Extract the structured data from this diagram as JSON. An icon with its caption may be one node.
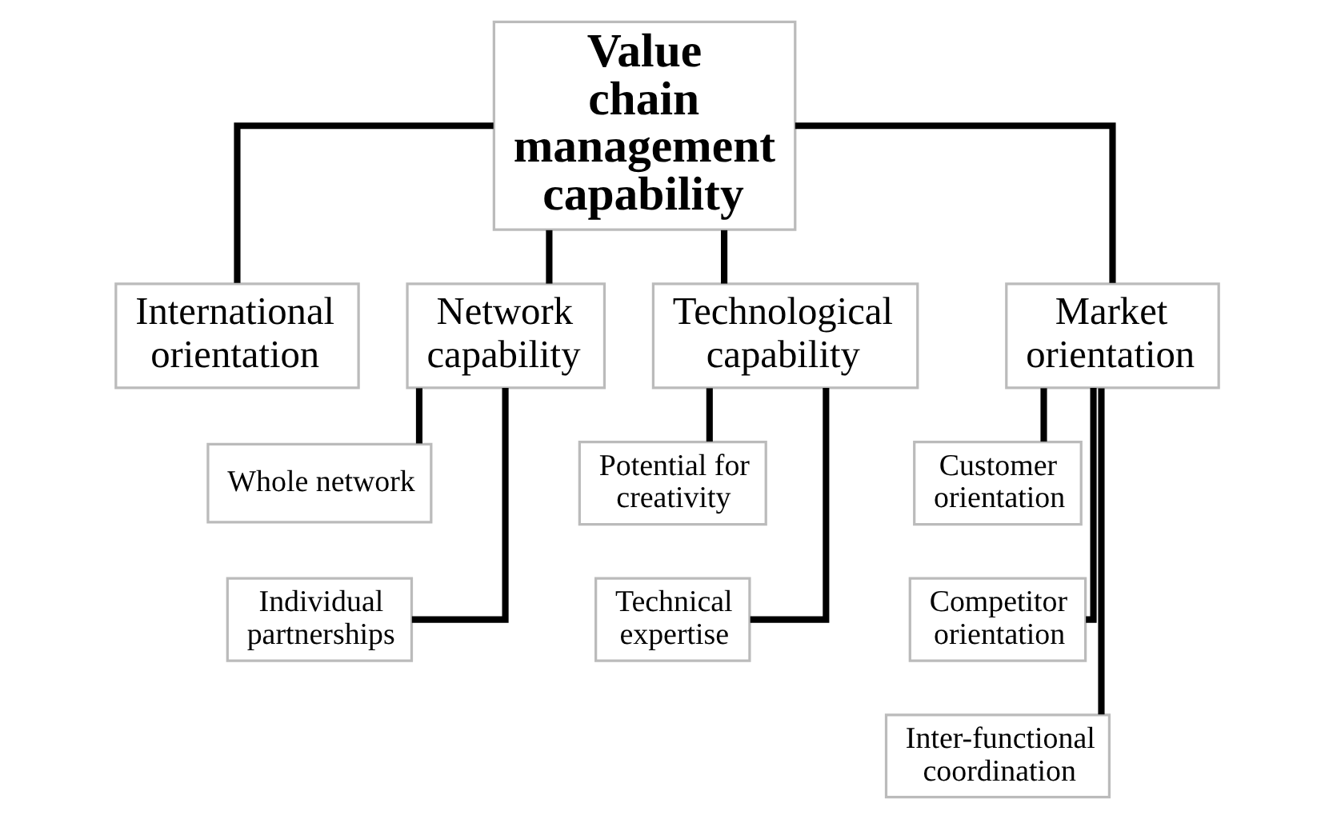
{
  "diagram": {
    "nodes": [
      {
        "text": [
          "Value chain management capability"
        ]
      },
      {
        "text": [
          "International orientation"
        ]
      },
      {
        "text": [
          "Network capability"
        ]
      },
      {
        "text": [
          "Technological capability"
        ]
      },
      {
        "text": [
          "Market orientation"
        ]
      },
      {
        "text": [
          "Whole network"
        ]
      },
      {
        "text": [
          "Individual partnerships"
        ]
      },
      {
        "text": [
          "Potential for creativity"
        ]
      },
      {
        "text": [
          "Technical expertise"
        ]
      },
      {
        "text": [
          "Customer orientation"
        ]
      },
      {
        "text": [
          "Competitor orientation"
        ]
      },
      {
        "text": [
          "Inter-functional coordination"
        ]
      }
    ],
    "edges": [
      {
        "from": 0,
        "to": 1,
        "arrow": "none"
      },
      {
        "from": 0,
        "to": 2,
        "arrow": "none"
      },
      {
        "from": 0,
        "to": 3,
        "arrow": "none"
      },
      {
        "from": 0,
        "to": 4,
        "arrow": "none"
      },
      {
        "from": 2,
        "to": 5,
        "arrow": "none"
      },
      {
        "from": 2,
        "to": 6,
        "arrow": "none"
      },
      {
        "from": 3,
        "to": 7,
        "arrow": "none"
      },
      {
        "from": 3,
        "to": 8,
        "arrow": "none"
      },
      {
        "from": 4,
        "to": 9,
        "arrow": "none"
      },
      {
        "from": 4,
        "to": 10,
        "arrow": "none"
      },
      {
        "from": 4,
        "to": 11,
        "arrow": "none"
      }
    ]
  }
}
